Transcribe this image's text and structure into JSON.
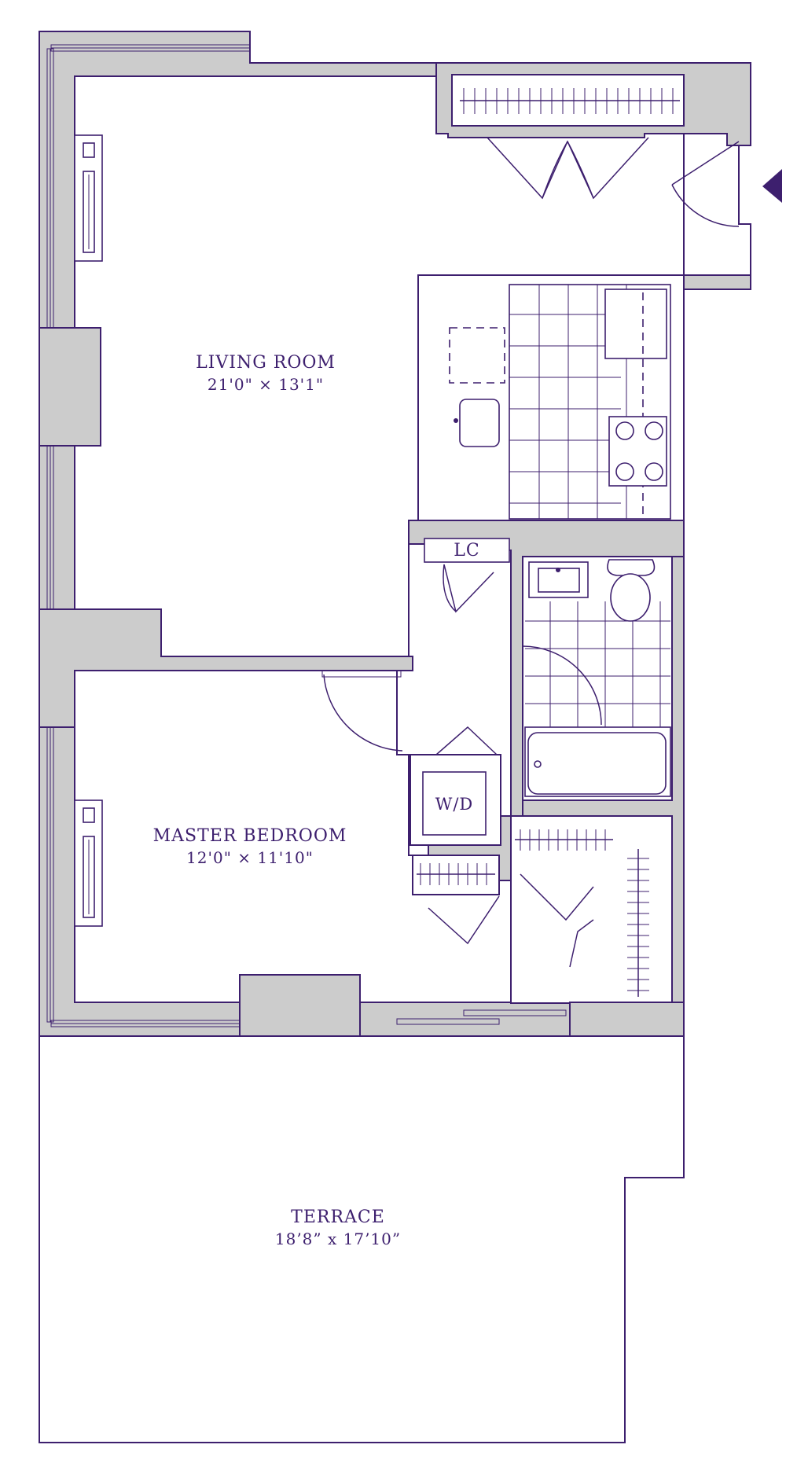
{
  "rooms": {
    "living": {
      "name": "LIVING ROOM",
      "size": "21'0\" × 13'1\""
    },
    "bedroom": {
      "name": "MASTER BEDROOM",
      "size": "12'0\" × 11'10\""
    },
    "terrace": {
      "name": "TERRACE",
      "size": "18’8” x 17’10”"
    },
    "linen_closet": "LC",
    "washer_dryer": "W/D"
  },
  "colors": {
    "line": "#3d1f6e",
    "wall_fill": "#cccccc",
    "background": "#ffffff"
  },
  "icons": [
    "entry-arrow-icon",
    "sink-icon",
    "toilet-icon",
    "bathtub-icon",
    "stove-icon",
    "fridge-icon",
    "radiator-icon"
  ]
}
